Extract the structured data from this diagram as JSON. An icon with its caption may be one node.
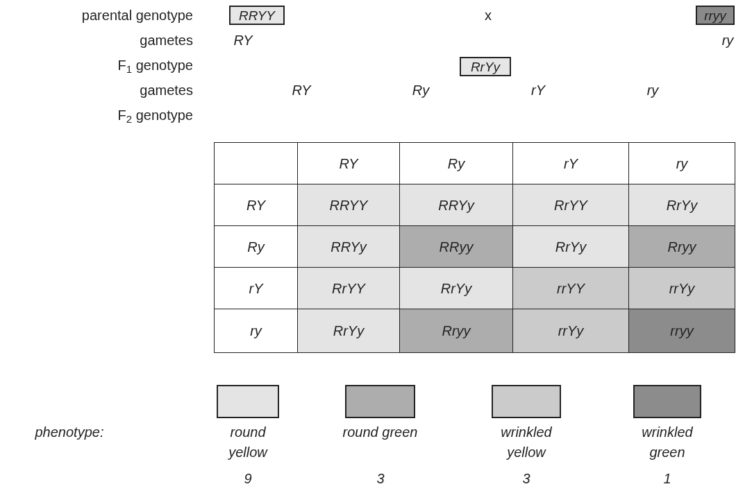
{
  "diagram": {
    "nodes": [
      {
        "text": [
          "RRYY"
        ]
      },
      {
        "text": [
          "rryy"
        ]
      },
      {
        "text": [
          "RrYy"
        ]
      }
    ],
    "labels": [
      "parental genotype",
      "x",
      "gametes",
      "RY",
      "ry",
      "F$_{1}$ genotype",
      "gametes",
      "RY",
      "Ry",
      "rY",
      "ry",
      "F$_{2}$ genotype",
      "RY",
      "Ry",
      "rY",
      "ry",
      "RY",
      "RRYY",
      "RRYy",
      "RrYY",
      "RrYy",
      "Ry",
      "RRYy",
      "RRyy",
      "RrYy",
      "Rryy",
      "rY",
      "RrYY",
      "RrYy",
      "rrYY",
      "rrYy",
      "ry",
      "RrYy",
      "Rryy",
      "rrYy",
      "rryy",
      "phenotype:",
      "9",
      "3",
      "3",
      "1"
    ],
    "legend": [
      {
        "text": "round yellow",
        "color": "#e4e4e4"
      },
      {
        "text": "round green",
        "color": "#adadad"
      },
      {
        "text": "wrinkled yellow",
        "color": "#cbcbcb"
      },
      {
        "text": "wrinkled green",
        "color": "#8c8c8c"
      }
    ]
  }
}
